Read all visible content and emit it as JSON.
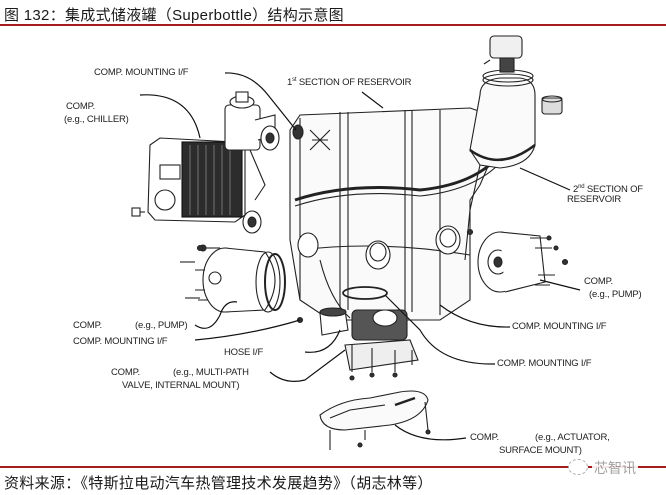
{
  "figure": {
    "title": "图 132：集成式储液罐（Superbottle）结构示意图",
    "source": "资料来源：《特斯拉电动汽车热管理技术发展趋势》（胡志林等）",
    "watermark": "芯智讯",
    "accent_color": "#a51c1c"
  },
  "labels": {
    "comp_mounting_top": "COMP. MOUNTING I/F",
    "comp_chiller_1": "COMP.",
    "comp_chiller_2": "(e.g., CHILLER)",
    "first_section_num": "1",
    "first_section_sup": "st",
    "first_section_text": " SECTION OF RESERVOIR",
    "second_section_num": "2",
    "second_section_sup": "nd",
    "second_section_text": " SECTION OF",
    "second_section_line2": "RESERVOIR",
    "comp_pump_right_1": "COMP.",
    "comp_pump_right_2": "(e.g., PUMP)",
    "comp_pump_left_1": "COMP.",
    "comp_pump_left_2": "(e.g., PUMP)",
    "comp_mounting_left": "COMP. MOUNTING I/F",
    "hose_if": "HOSE I/F",
    "comp_multipath_1": "COMP.",
    "comp_multipath_2": "(e.g., MULTI-PATH",
    "comp_multipath_3": "VALVE, INTERNAL MOUNT)",
    "comp_mounting_right_1": "COMP. MOUNTING I/F",
    "comp_mounting_right_2": "COMP. MOUNTING I/F",
    "comp_actuator_1": "COMP.",
    "comp_actuator_2": "(e.g., ACTUATOR,",
    "comp_actuator_3": "SURFACE MOUNT)"
  }
}
